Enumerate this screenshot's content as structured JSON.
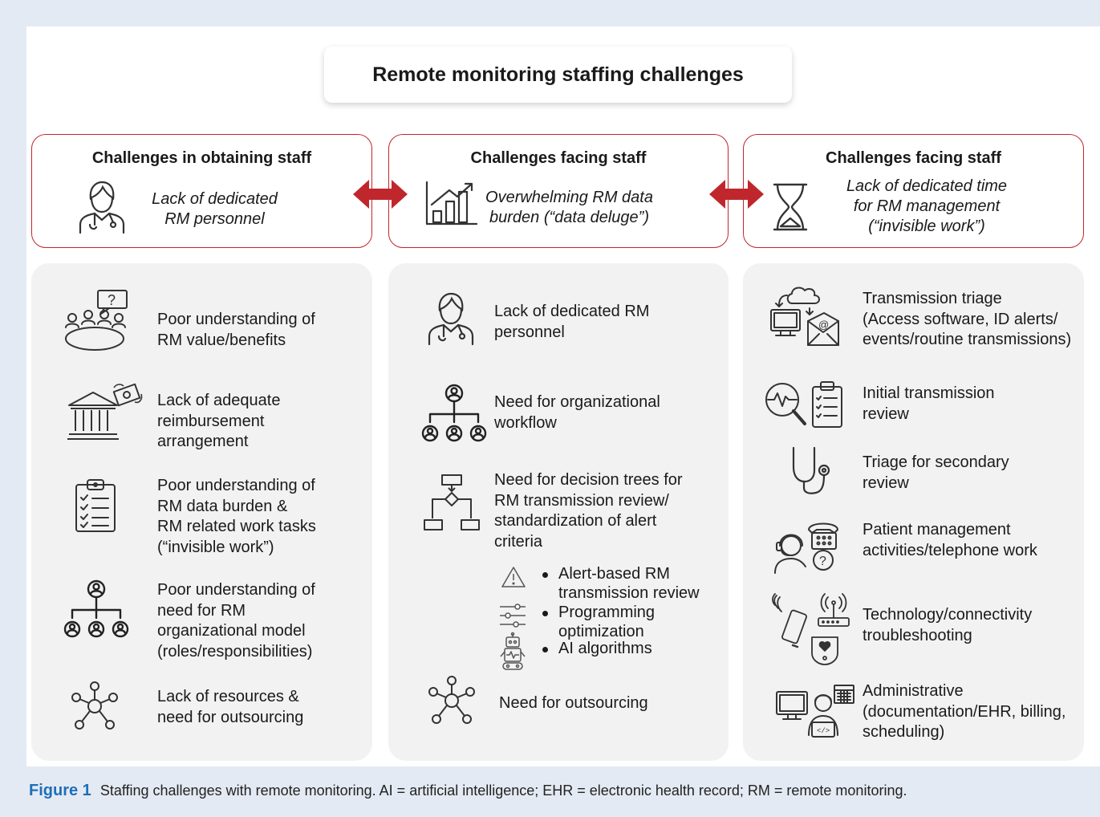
{
  "title": "Remote monitoring staffing challenges",
  "headers": [
    {
      "title": "Challenges in obtaining staff",
      "subtitle_lines": [
        "Lack of dedicated",
        "RM personnel"
      ],
      "icon": "doctor-icon"
    },
    {
      "title": "Challenges facing staff",
      "subtitle_lines": [
        "Overwhelming RM data",
        "burden (“data deluge”)"
      ],
      "icon": "bar-chart-icon"
    },
    {
      "title": "Challenges facing staff",
      "subtitle_lines": [
        "Lack of dedicated time",
        "for RM management",
        "(“invisible work”)"
      ],
      "icon": "hourglass-icon"
    }
  ],
  "column1": [
    {
      "icon": "meeting-question-icon",
      "lines": [
        "Poor understanding of",
        "RM value/benefits"
      ]
    },
    {
      "icon": "bank-money-icon",
      "lines": [
        "Lack of adequate",
        "reimbursement",
        "arrangement"
      ]
    },
    {
      "icon": "clipboard-checklist-icon",
      "lines": [
        "Poor understanding of",
        "RM data burden &",
        "RM related work tasks",
        "(“invisible work”)"
      ]
    },
    {
      "icon": "org-chart-icon",
      "lines": [
        "Poor understanding of",
        "need for RM",
        "organizational model",
        "(roles/responsibilities)"
      ]
    },
    {
      "icon": "network-hub-icon",
      "lines": [
        "Lack of resources &",
        "need for outsourcing"
      ]
    }
  ],
  "column2": [
    {
      "icon": "doctor-icon",
      "lines": [
        "Lack of dedicated RM",
        "personnel"
      ]
    },
    {
      "icon": "org-chart-icon",
      "lines": [
        "Need for organizational",
        "workflow"
      ]
    },
    {
      "icon": "decision-tree-icon",
      "lines": [
        "Need for decision trees for",
        "RM transmission review/",
        "standardization of alert",
        "criteria"
      ]
    },
    {
      "icon": "network-hub-icon",
      "lines": [
        "Need for outsourcing"
      ]
    }
  ],
  "column2_bullets": [
    {
      "icon": "warning-icon",
      "lines": [
        "Alert-based RM",
        "transmission review"
      ]
    },
    {
      "icon": "sliders-icon",
      "lines": [
        "Programming",
        "optimization"
      ]
    },
    {
      "icon": "robot-icon",
      "lines": [
        "AI algorithms"
      ]
    }
  ],
  "column3": [
    {
      "icon": "cloud-computer-email-icon",
      "lines": [
        "Transmission triage",
        "(Access software, ID alerts/",
        "events/routine transmissions)"
      ]
    },
    {
      "icon": "ecg-magnifier-clipboard-icon",
      "lines": [
        "Initial transmission",
        "review"
      ]
    },
    {
      "icon": "stethoscope-icon",
      "lines": [
        "Triage for secondary",
        "review"
      ]
    },
    {
      "icon": "headset-telephone-icon",
      "lines": [
        "Patient management",
        "activities/telephone work"
      ]
    },
    {
      "icon": "phone-router-device-icon",
      "lines": [
        "Technology/connectivity",
        "troubleshooting"
      ]
    },
    {
      "icon": "computer-worker-calendar-icon",
      "lines": [
        "Administrative",
        "(documentation/EHR, billing,",
        "scheduling)"
      ]
    }
  ],
  "caption": {
    "label": "Figure 1",
    "text": "Staffing challenges with remote monitoring. AI = artificial intelligence; EHR = electronic health record; RM = remote monitoring."
  },
  "colors": {
    "border": "#c0272d",
    "arrow": "#c0272d",
    "caption_label": "#1e6fb8",
    "column_bg": "#f2f2f2",
    "page_bg": "#e4eaf3"
  }
}
